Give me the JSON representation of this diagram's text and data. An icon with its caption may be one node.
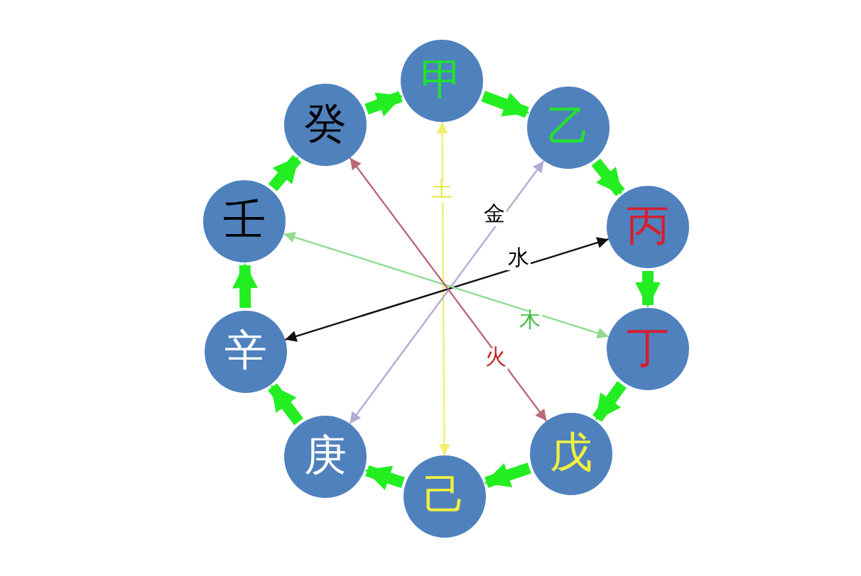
{
  "diagram": {
    "nodes": [
      {
        "text": [
          "甲"
        ]
      },
      {
        "text": [
          "乙"
        ]
      },
      {
        "text": [
          "丙"
        ]
      },
      {
        "text": [
          "丁"
        ]
      },
      {
        "text": [
          "戊"
        ]
      },
      {
        "text": [
          "己"
        ]
      },
      {
        "text": [
          "庚"
        ]
      },
      {
        "text": [
          "辛"
        ]
      },
      {
        "text": [
          "壬"
        ]
      },
      {
        "text": [
          "癸"
        ]
      }
    ],
    "edges": [
      {
        "from": 0,
        "to": 1,
        "arrow": "to"
      },
      {
        "from": 1,
        "to": 2,
        "arrow": "to"
      },
      {
        "from": 2,
        "to": 3,
        "arrow": "to"
      },
      {
        "from": 3,
        "to": 4,
        "arrow": "to"
      },
      {
        "from": 4,
        "to": 5,
        "arrow": "to"
      },
      {
        "from": 5,
        "to": 6,
        "arrow": "to"
      },
      {
        "from": 6,
        "to": 7,
        "arrow": "to"
      },
      {
        "from": 7,
        "to": 8,
        "arrow": "to"
      },
      {
        "from": 8,
        "to": 9,
        "arrow": "to"
      },
      {
        "from": 9,
        "to": 0,
        "arrow": "to"
      },
      {
        "from": 0,
        "to": 5,
        "arrow": "both",
        "label": "土",
        "color": "#f0f070"
      },
      {
        "from": 1,
        "to": 6,
        "arrow": "both",
        "label": "金",
        "color": "#b4aad6"
      },
      {
        "from": 2,
        "to": 7,
        "arrow": "both",
        "label": "水",
        "color": "#111111"
      },
      {
        "from": 3,
        "to": 8,
        "arrow": "both",
        "label": "木",
        "color": "#8fdc8f"
      },
      {
        "from": 4,
        "to": 9,
        "arrow": "both",
        "label": "火",
        "color": "#b86a78"
      }
    ]
  }
}
